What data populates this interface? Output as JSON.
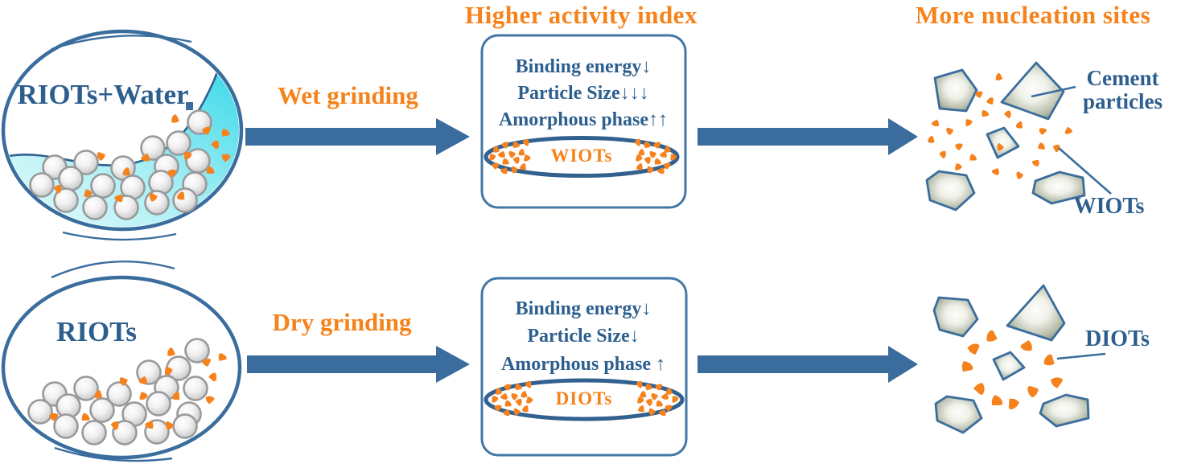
{
  "palette": {
    "steel_blue": "#3A6D9E",
    "text_blue": "#2D5F8E",
    "orange": "#F6821A",
    "water_deep": "#2ED5E8",
    "water_light": "#F2FCFC"
  },
  "headers": {
    "higher_activity": "Higher activity index",
    "more_nucleation": "More nucleation sites"
  },
  "wet_process": {
    "dish_label": "RIOTs+Water",
    "grinding_label": "Wet grinding",
    "effects": [
      "Binding energy↓",
      "Particle Size↓↓↓",
      "Amorphous phase↑↑"
    ],
    "product_label": "WIOTs",
    "result": {
      "cement_label": "Cement particles",
      "tailings_label": "WIOTs"
    }
  },
  "dry_process": {
    "dish_label": "RIOTs",
    "grinding_label": "Dry grinding",
    "effects": [
      "Binding energy↓",
      "Particle Size↓",
      "Amorphous phase ↑"
    ],
    "product_label": "DIOTs",
    "result": {
      "tailings_label": "DIOTs"
    }
  }
}
